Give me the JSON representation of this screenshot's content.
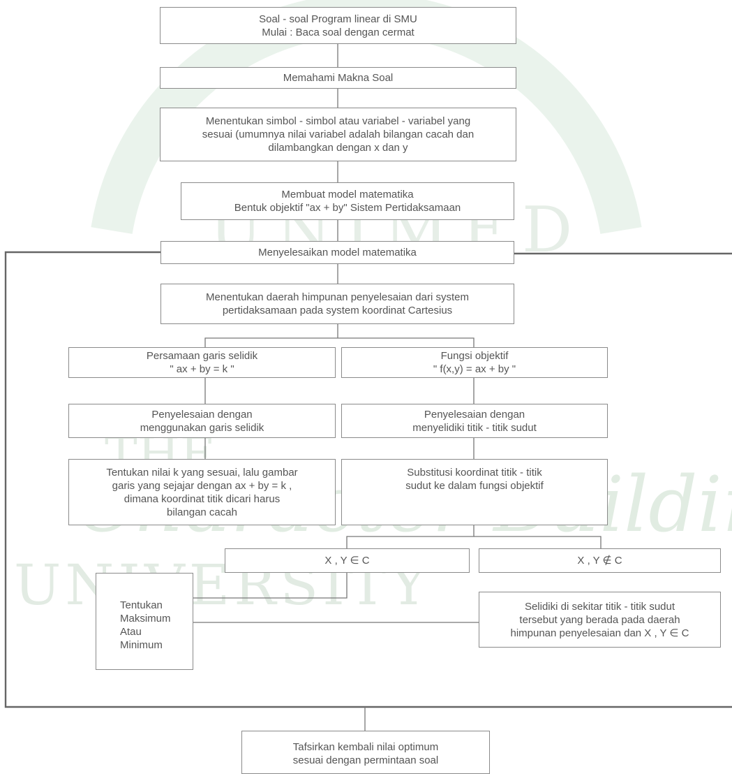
{
  "watermark": {
    "university_name": "UNIVERSITY",
    "script_text": "Character Building",
    "the_text": "THE",
    "emblem_text": "UNIMED",
    "color": "#d6e8d9"
  },
  "boxes": {
    "start": "Soal - soal Program linear di SMU\nMulai : Baca soal dengan cermat",
    "understand": "Memahami Makna Soal",
    "variables": "Menentukan simbol - simbol atau variabel - variabel yang\nsesuai (umumnya nilai variabel adalah bilangan cacah dan\ndilambangkan dengan x dan y",
    "model": "Membuat model matematika\nBentuk objektif \"ax + by\"    Sistem Pertidaksamaan",
    "solve": "Menyelesaikan model matematika",
    "region": "Menentukan daerah himpunan penyelesaian dari system\npertidaksamaan pada system koordinat Cartesius",
    "line_eq": "Persamaan garis selidik\n\" ax + by = k \"",
    "objective": "Fungsi objektif\n\" f(x,y) = ax + by \"",
    "by_line": "Penyelesaian dengan\nmenggunakan garis selidik",
    "by_corner": "Penyelesaian dengan\nmenyelidiki titik - titik sudut",
    "choose_k": "Tentukan nilai k yang sesuai, lalu gambar\ngaris yang sejajar dengan ax + by = k ,\ndimana koordinat titik dicari harus\nbilangan cacah",
    "substitute": "Substitusi koordinat titik - titik\nsudut ke dalam fungsi objektif",
    "in_c": "X , Y ∈ C",
    "not_in_c": "X , Y  ∉ C",
    "max_min": "Tentukan\nMaksimum\nAtau\nMinimum",
    "investigate": "Selidiki di sekitar titik - titik sudut\ntersebut yang berada pada daerah\nhimpunan penyelesaian dan X , Y ∈ C",
    "interpret": "Tafsirkan kembali nilai optimum\nsesuai dengan permintaan soal"
  },
  "colors": {
    "line": "#777777",
    "frame": "#666666",
    "border": "#8a8a8a",
    "text": "#555555"
  }
}
